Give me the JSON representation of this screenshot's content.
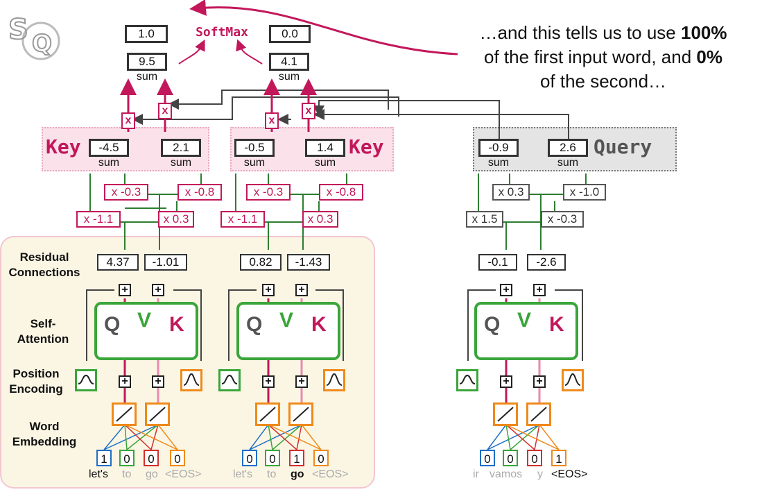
{
  "annotation": {
    "line1_pre": "…and this tells us to use ",
    "line1_bold": "100%",
    "line2_pre": "of the first input word, and ",
    "line2_bold": "0%",
    "line3": "of the second…"
  },
  "softmax": {
    "label": "SoftMax",
    "out_left": "1.0",
    "out_right": "0.0",
    "sum_left": "9.5",
    "sum_right": "4.1",
    "sum_label": "sum"
  },
  "row_labels": {
    "residual": "Residual Connections",
    "self_attention": "Self- Attention",
    "position": "Position Encoding",
    "embedding": "Word Embedding"
  },
  "block1": {
    "key_label": "Key",
    "key_a": "-4.5",
    "key_b": "2.1",
    "sum": "sum",
    "w_a": "x -0.3",
    "w_b": "x -0.8",
    "w_c": "x -1.1",
    "w_d": "x 0.3",
    "res_a": "4.37",
    "res_b": "-1.01",
    "onehot": [
      "1",
      "0",
      "0",
      "0"
    ],
    "words": [
      "let's",
      "to",
      "go",
      "<EOS>"
    ]
  },
  "block2": {
    "key_label": "Key",
    "key_a": "-0.5",
    "key_b": "1.4",
    "sum": "sum",
    "w_a": "x -0.3",
    "w_b": "x -0.8",
    "w_c": "x -1.1",
    "w_d": "x 0.3",
    "res_a": "0.82",
    "res_b": "-1.43",
    "onehot": [
      "0",
      "0",
      "1",
      "0"
    ],
    "words": [
      "let's",
      "to",
      "go",
      "<EOS>"
    ]
  },
  "block3": {
    "query_label": "Query",
    "q_a": "-0.9",
    "q_b": "2.6",
    "sum": "sum",
    "w_a": "x 0.3",
    "w_b": "x -1.0",
    "w_c": "x 1.5",
    "w_d": "x -0.3",
    "res_a": "-0.1",
    "res_b": "-2.6",
    "onehot": [
      "0",
      "0",
      "0",
      "1"
    ],
    "words": [
      "ir",
      "vamos",
      "y",
      "<EOS>"
    ]
  },
  "attn_letters": {
    "q": "Q",
    "v": "V",
    "k": "K"
  },
  "mult": "x",
  "plus": "+",
  "logo": "SQ",
  "colors": {
    "pink": "#c2185b",
    "green": "#3aa53a",
    "orange": "#ee8a1a",
    "blue": "#1f6fc5",
    "red": "#d32f2f",
    "gray": "#555555"
  }
}
